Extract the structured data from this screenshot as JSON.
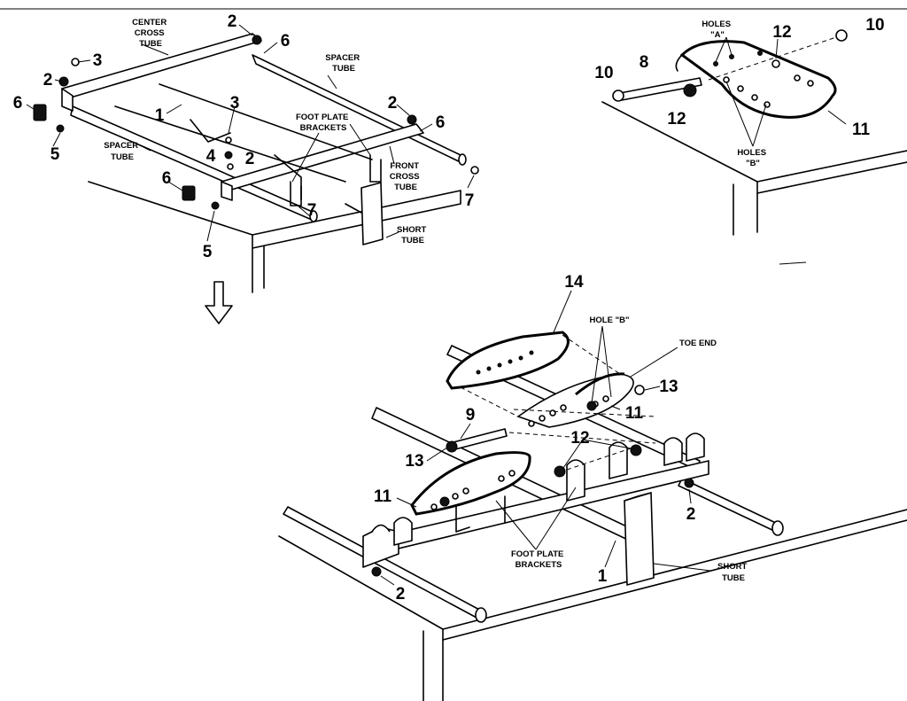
{
  "labels": {
    "center_cross_tube": [
      "CENTER",
      "CROSS",
      "TUBE"
    ],
    "spacer_tube_top": [
      "SPACER",
      "TUBE"
    ],
    "spacer_tube_left": [
      "SPACER",
      "TUBE"
    ],
    "foot_plate_brackets_top": [
      "FOOT PLATE",
      "BRACKETS"
    ],
    "front_cross_tube": [
      "FRONT",
      "CROSS",
      "TUBE"
    ],
    "short_tube_top": [
      "SHORT",
      "TUBE"
    ],
    "holes_a": [
      "HOLES",
      "\"A\""
    ],
    "holes_b": [
      "HOLES",
      "\"B\""
    ],
    "hole_b_single": "HOLE \"B\"",
    "toe_end": "TOE END",
    "foot_plate_brackets_bottom": [
      "FOOT PLATE",
      "BRACKETS"
    ],
    "short_tube_bottom": [
      "SHORT",
      "TUBE"
    ]
  },
  "numbers": {
    "n1": "1",
    "n2": "2",
    "n3": "3",
    "n4": "4",
    "n5": "5",
    "n6": "6",
    "n7": "7",
    "n8": "8",
    "n9": "9",
    "n10": "10",
    "n11": "11",
    "n12": "12",
    "n13": "13",
    "n14": "14"
  }
}
